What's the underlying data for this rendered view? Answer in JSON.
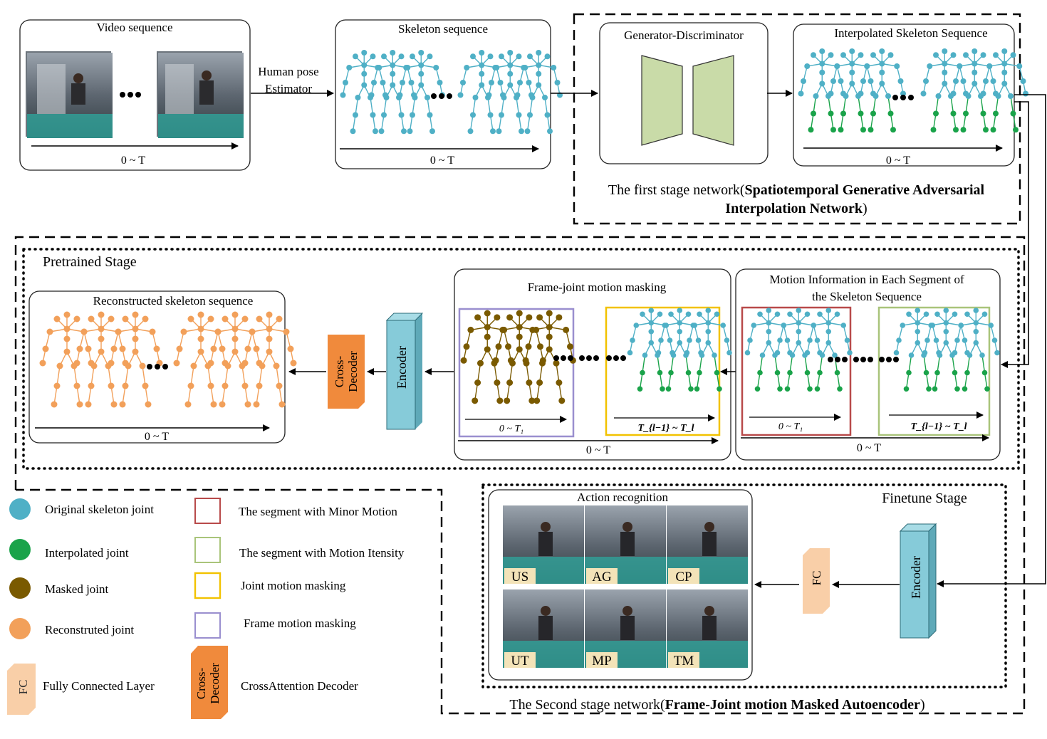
{
  "colors": {
    "original_joint": "#4fb0c6",
    "interpolated_joint": "#1aa34a",
    "masked_joint": "#7a5a00",
    "reconstructed_joint": "#f2a05a",
    "encoder_fill": "#86cbd9",
    "decoder_fill": "#f08a3c",
    "fc_fill": "#f9cfa8",
    "gan_fill": "#c9dba8",
    "minor_motion": "#b84a4a",
    "motion_intensity": "#a9c47a",
    "joint_masking": "#f2c200",
    "frame_masking": "#9a8fcf"
  },
  "video": {
    "title": "Video sequence",
    "axis": "0 ~ T"
  },
  "pose_estimator": {
    "line1": "Human pose",
    "line2": "Estimator"
  },
  "skeleton_seq": {
    "title": "Skeleton sequence",
    "axis": "0 ~ T"
  },
  "stage1": {
    "gan_title": "Generator-Discriminator",
    "interp_title": "Interpolated Skeleton Sequence",
    "interp_axis": "0 ~ T",
    "caption_plain": "The first stage network(",
    "caption_bold1": "Spatiotemporal Generative Adversarial",
    "caption_bold2": "Interpolation Network",
    "caption_end": ")"
  },
  "pretrained": {
    "label": "Pretrained Stage",
    "recon_title": "Reconstructed skeleton sequence",
    "recon_axis": "0 ~ T",
    "decoder_line1": "Cross-",
    "decoder_line2": "Decoder",
    "encoder": "Encoder",
    "masking_title": "Frame-joint motion masking",
    "masking_axis": "0 ~ T",
    "seg_axis_left": "0 ~ T₁",
    "seg_axis_right": "T_{l−1} ~ T_l",
    "motion_title1": "Motion Information in Each Segment of",
    "motion_title2": "the Skeleton Sequence",
    "motion_axis": "0 ~ T"
  },
  "finetune": {
    "label": "Finetune Stage",
    "action_title": "Action recognition",
    "fc": "FC",
    "encoder": "Encoder",
    "actions": [
      "US",
      "AG",
      "CP",
      "UT",
      "MP",
      "TM"
    ]
  },
  "stage2": {
    "caption_plain": "The Second stage network(",
    "caption_bold": "Frame-Joint motion Masked Autoencoder",
    "caption_end": ")"
  },
  "legend": {
    "original": "Original skeleton joint",
    "interpolated": "Interpolated joint",
    "masked": "Masked joint",
    "reconstructed": "Reconstruted joint",
    "fc_label": "FC",
    "fc_text": "Fully Connected Layer",
    "decoder_line1": "Cross-",
    "decoder_line2": "Decoder",
    "decoder_text": "CrossAttention Decoder",
    "minor": "The segment with Minor Motion",
    "intensity": "The segment with  Motion Itensity",
    "joint_mask": "Joint motion masking",
    "frame_mask": "Frame motion masking"
  }
}
